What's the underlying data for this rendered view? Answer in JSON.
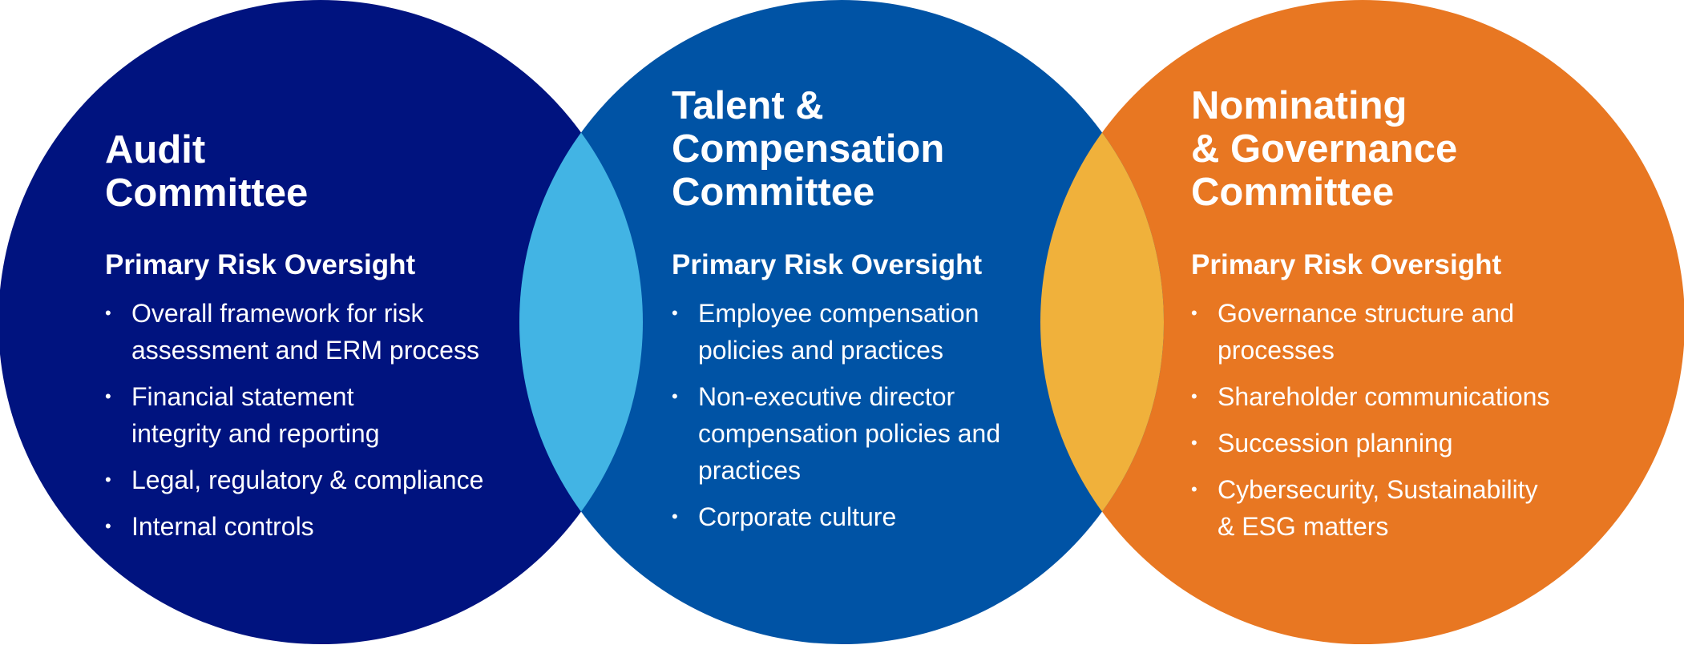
{
  "colors": {
    "audit": "#00137F",
    "talent": "#0053A5",
    "nominating": "#E87722",
    "overlap_left": "#42B4E4",
    "overlap_right": "#F0B13B"
  },
  "committees": [
    {
      "title_lines": [
        "Audit",
        "Committee"
      ],
      "subtitle": "Primary Risk Oversight",
      "items": [
        {
          "lines": [
            "Overall framework for risk",
            "assessment and ERM process"
          ]
        },
        {
          "lines": [
            "Financial statement",
            "integrity and reporting"
          ]
        },
        {
          "lines": [
            "Legal, regulatory & compliance"
          ]
        },
        {
          "lines": [
            "Internal controls"
          ]
        }
      ]
    },
    {
      "title_lines": [
        "Talent &",
        "Compensation",
        "Committee"
      ],
      "subtitle": "Primary Risk Oversight",
      "items": [
        {
          "lines": [
            "Employee compensation",
            "policies and practices"
          ]
        },
        {
          "lines": [
            "Non-executive director",
            "compensation policies and",
            "practices"
          ]
        },
        {
          "lines": [
            "Corporate culture"
          ]
        }
      ]
    },
    {
      "title_lines": [
        "Nominating",
        "& Governance",
        "Committee"
      ],
      "subtitle": "Primary Risk Oversight",
      "items": [
        {
          "lines": [
            "Governance structure and",
            "processes"
          ]
        },
        {
          "lines": [
            "Shareholder communications"
          ]
        },
        {
          "lines": [
            "Succession planning"
          ]
        },
        {
          "lines": [
            "Cybersecurity, Sustainability",
            "& ESG matters"
          ]
        }
      ]
    }
  ]
}
